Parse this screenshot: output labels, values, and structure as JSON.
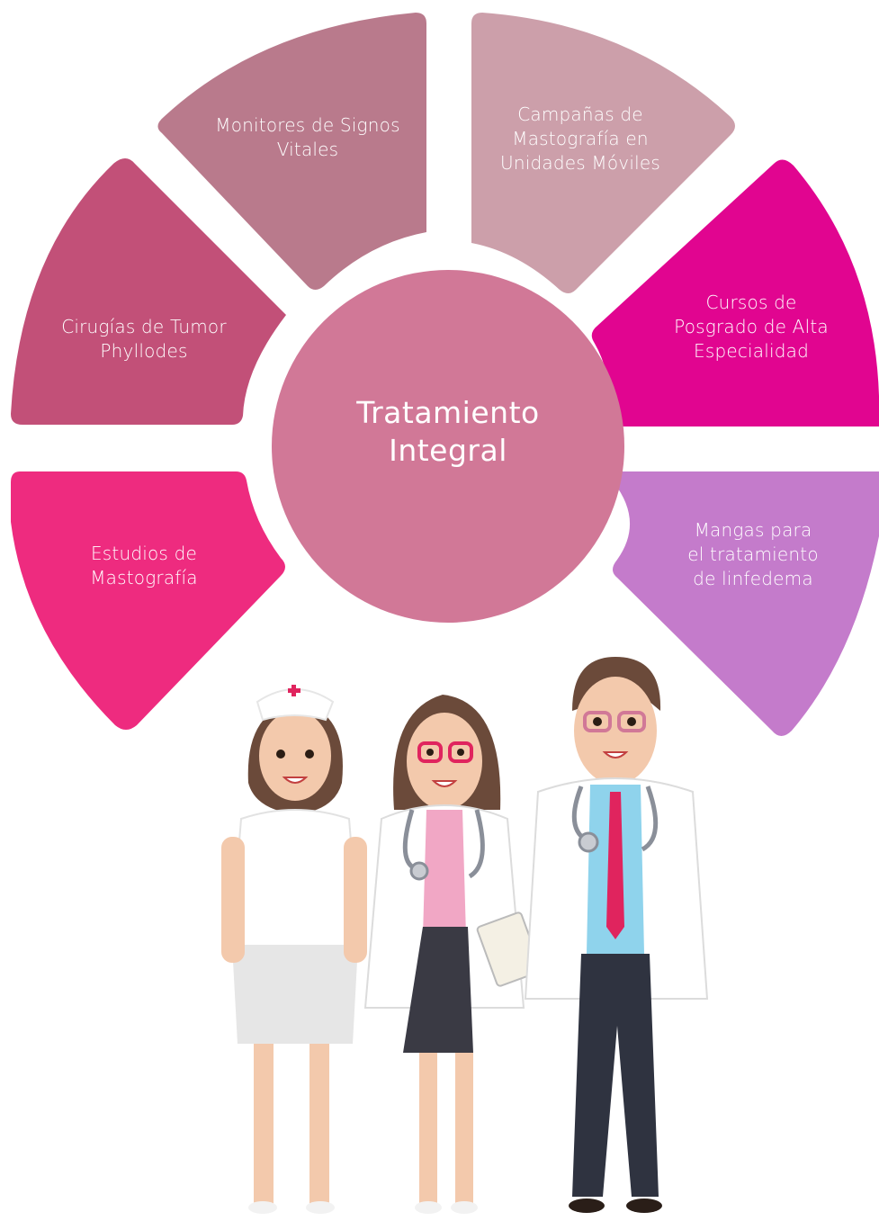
{
  "colors": {
    "background": "#ffffff",
    "center": "#d17897",
    "segments": [
      "#c25078",
      "#b97a8c",
      "#cc9faa",
      "#e10590",
      "#c47bcb",
      "#ee2b7f"
    ]
  },
  "center": {
    "lines": [
      "Tratamiento",
      "Integral"
    ]
  },
  "segments": [
    {
      "id": "phyllodes",
      "lines": [
        "Cirugías de Tumor",
        "Phyllodes"
      ]
    },
    {
      "id": "monitores",
      "lines": [
        "Monitores de Signos",
        "Vitales"
      ]
    },
    {
      "id": "campanas",
      "lines": [
        "Campañas de",
        "Mastografía en",
        "Unidades Móviles"
      ]
    },
    {
      "id": "cursos",
      "lines": [
        "Cursos de",
        "Posgrado de Alta",
        "Especialidad"
      ]
    },
    {
      "id": "mangas",
      "lines": [
        "Mangas para",
        "el tratamiento",
        "de linfedema"
      ]
    },
    {
      "id": "estudios",
      "lines": [
        "Estudios de",
        "Mastografía"
      ]
    }
  ],
  "illustration": {
    "figures": [
      "nurse",
      "female-doctor",
      "male-doctor"
    ]
  }
}
